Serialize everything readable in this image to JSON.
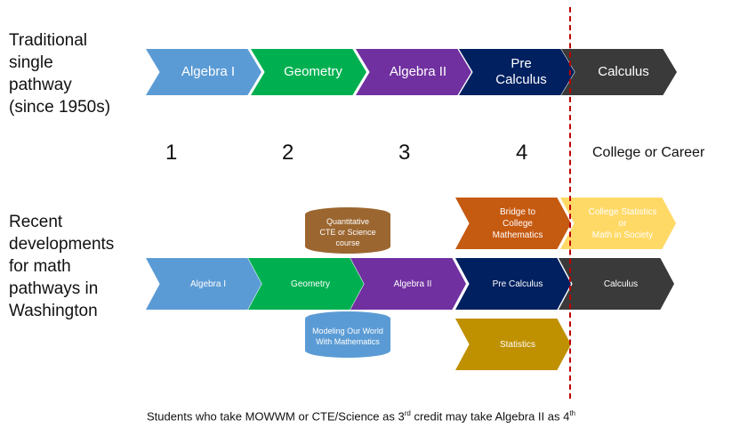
{
  "left_labels": {
    "traditional": "Traditional\nsingle\npathway\n(since 1950s)",
    "recent": "Recent\ndevelopments\nfor math\npathways in\nWashington"
  },
  "traditional_path": [
    "Algebra I",
    "Geometry",
    "Algebra II",
    "Pre\nCalculus",
    "Calculus"
  ],
  "years": [
    "1",
    "2",
    "3",
    "4"
  ],
  "after_label": "College or Career",
  "recent_path": [
    "Algebra I",
    "Geometry",
    "Algebra II",
    "Pre Calculus",
    "Calculus"
  ],
  "branches": {
    "quantitative": "Quantitative\nCTE or Science\ncourse",
    "modeling": "Modeling Our World\nWith Mathematics",
    "bridge": "Bridge to\nCollege\nMathematics",
    "college_stats": "College Statistics\nor\nMath in Society",
    "statistics": "Statistics"
  },
  "footnote": {
    "part1": "Students who take MOWWM or CTE/Science as 3",
    "sup1": "rd",
    "part2": " credit may take Algebra II as 4",
    "sup2": "th"
  },
  "colors": {
    "blue": "#5b9bd5",
    "green": "#00b050",
    "purple": "#7030a0",
    "navy": "#002060",
    "dark": "#3a3a3a",
    "orange": "#c55a11",
    "yellow": "#ffd966",
    "brown": "#9c6630",
    "gold": "#bf9000",
    "divider": "#c00000"
  }
}
